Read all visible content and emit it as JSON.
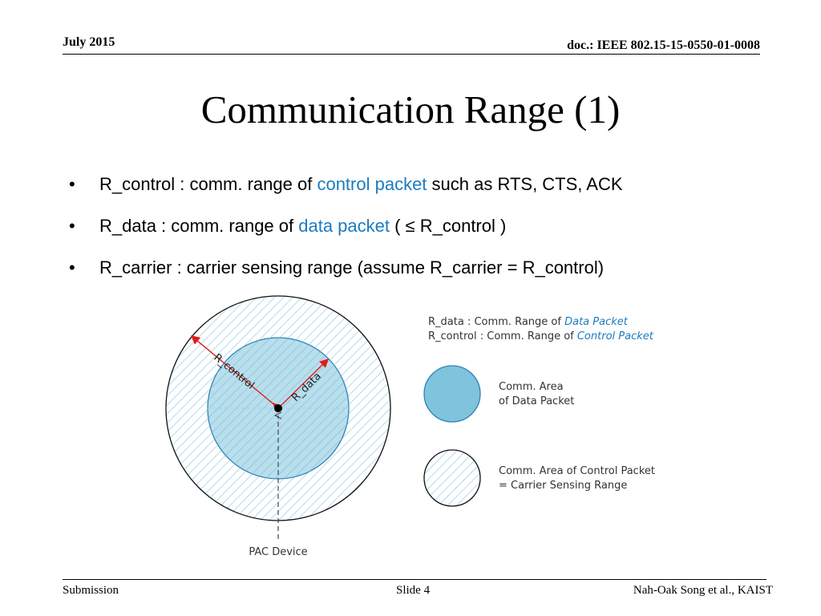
{
  "header": {
    "date": "July 2015",
    "doc": "doc.: IEEE 802.15-15-0550-01-0008"
  },
  "title": "Communication Range (1)",
  "bullets": [
    {
      "pre": "R_control : comm. range of ",
      "hl": "control packet",
      "post": " such as RTS, CTS, ACK"
    },
    {
      "pre": "R_data : comm. range of ",
      "hl": "data packet",
      "post": " ( ≤ R_control )"
    },
    {
      "pre": "R_carrier : carrier sensing range (assume R_carrier = R_control)",
      "hl": "",
      "post": ""
    }
  ],
  "bullet_glyph": "•",
  "diagram": {
    "r_control_label": "R_control",
    "r_data_label": "R_data",
    "device_label": "PAC Device",
    "legend_line1_pre": "R_data : Comm. Range of ",
    "legend_line1_it": "Data Packet",
    "legend_line2_pre": "R_control : Comm. Range of ",
    "legend_line2_it": "Control Packet",
    "legend_data_area_1": "Comm. Area",
    "legend_data_area_2": "of Data Packet",
    "legend_control_area_1": "Comm. Area of Control Packet",
    "legend_control_area_2": "= Carrier Sensing Range"
  },
  "colors": {
    "accent_text": "#1b7bc0",
    "data_fill": "#7fc3dc",
    "data_stroke": "#2e83b3",
    "hatch": "#8dc8e0",
    "arrow": "#e11b1b"
  },
  "footer": {
    "left": "Submission",
    "middle": "Slide 4",
    "right": "Nah-Oak Song et al., KAIST"
  }
}
